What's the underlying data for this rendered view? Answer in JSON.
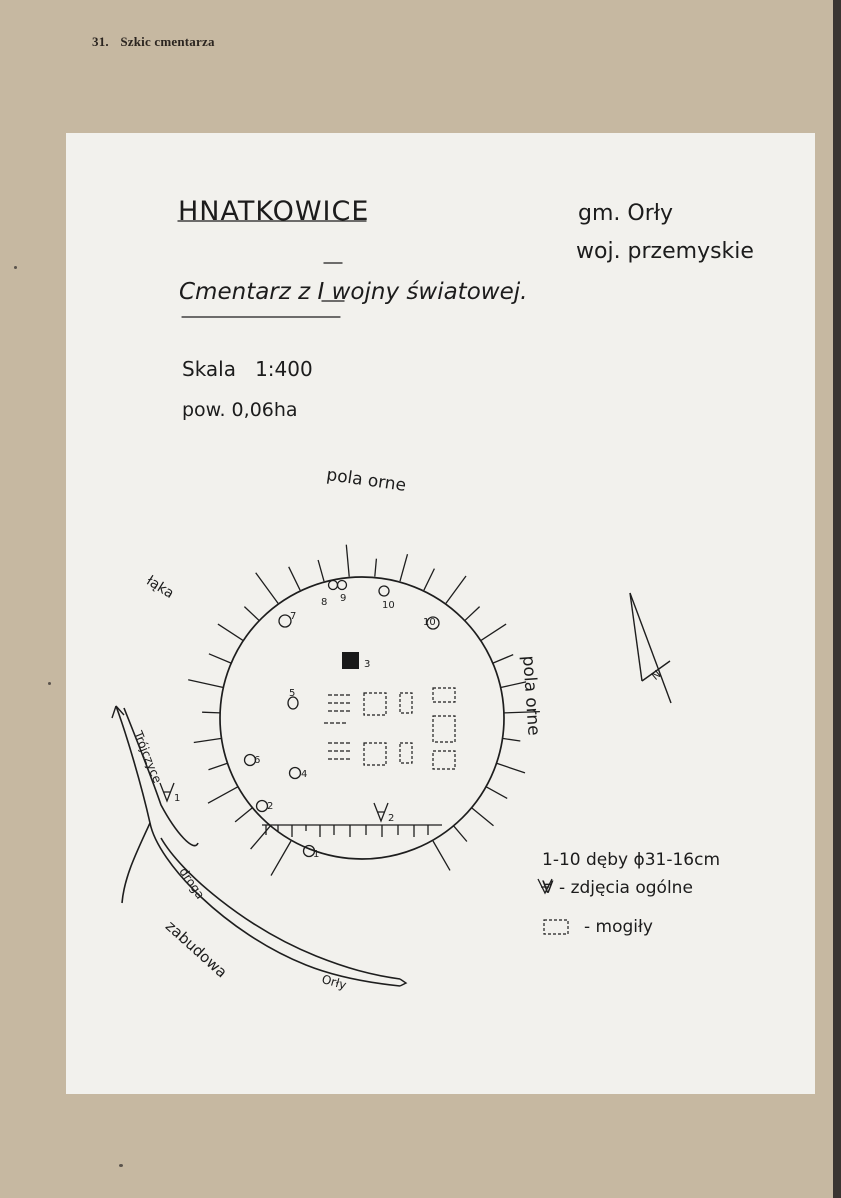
{
  "header": {
    "number": "31.",
    "title": "Szkic cmentarza"
  },
  "sketch": {
    "title": "HNATKOWICE",
    "commune": "gm. Orły",
    "voivodeship": "woj. przemyskie",
    "subtitle": "Cmentarz z I wojny światowej.",
    "scale": "Skala   1:400",
    "area": "pow. 0,06ha",
    "labels": {
      "fields_top": "pola orne",
      "fields_right": "pola orne",
      "meadow": "łąka",
      "road_left": "Trójczyce",
      "road": "droga",
      "buildings": "zabudowa",
      "road_bottom": "Orły",
      "north": "N"
    },
    "tree_numbers": [
      "1",
      "2",
      "3",
      "4",
      "5",
      "6",
      "7",
      "8",
      "9",
      "10"
    ],
    "photo_markers": [
      "1",
      "2"
    ],
    "legend": {
      "oaks": "1-10 dęby  ϕ31-16cm",
      "photos": "∀ - zdjęcia   ogólne",
      "graves": "- mogiły"
    }
  }
}
